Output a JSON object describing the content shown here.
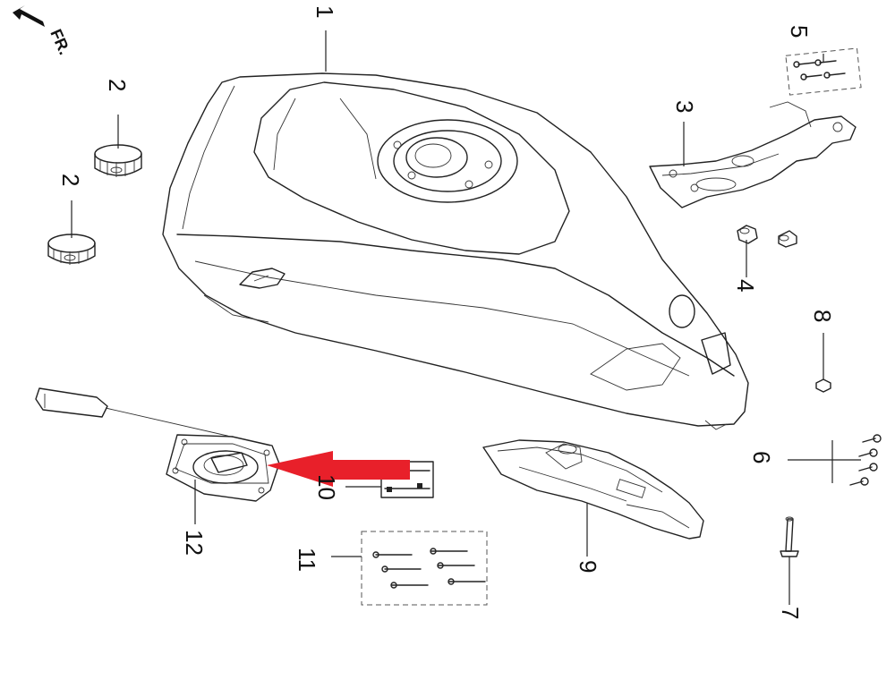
{
  "direction": {
    "text": "FR.",
    "icon": "arrow-left-icon"
  },
  "callouts": {
    "n1": "1",
    "n2a": "2",
    "n2b": "2",
    "n3": "3",
    "n4": "4",
    "n5": "5",
    "n6": "6",
    "n7": "7",
    "n8": "8",
    "n9": "9",
    "n10": "10",
    "n11": "11",
    "n12": "12"
  },
  "highlight": {
    "icon": "red-arrow-icon",
    "color": "#e8202a"
  }
}
